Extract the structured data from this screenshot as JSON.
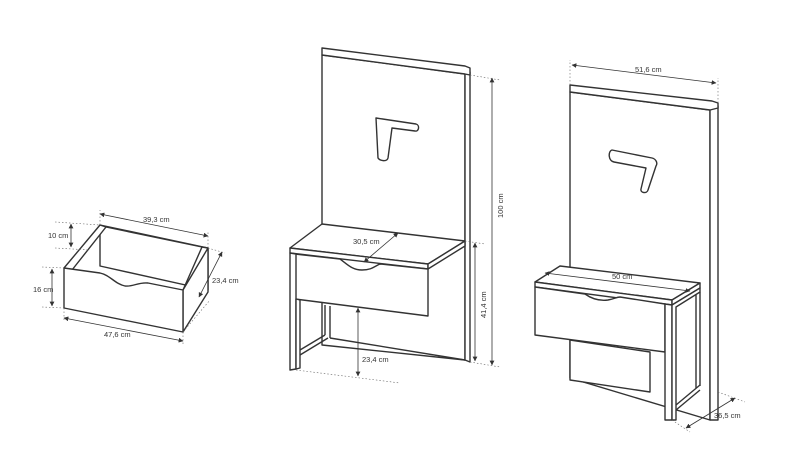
{
  "drawer": {
    "width_label": "39,3 cm",
    "side_height_label": "10 cm",
    "front_height_label": "16 cm",
    "depth_label": "23,4 cm",
    "front_width_label": "47,6 cm"
  },
  "unit_front": {
    "depth_label": "30,5 cm",
    "total_height_label": "100 cm",
    "table_height_label": "41,4 cm",
    "clearance_label": "23,4 cm"
  },
  "unit_back": {
    "panel_width_label": "51,6 cm",
    "table_width_label": "50 cm",
    "base_depth_label": "36,5 cm"
  },
  "colors": {
    "line": "#333333",
    "background": "#ffffff"
  }
}
